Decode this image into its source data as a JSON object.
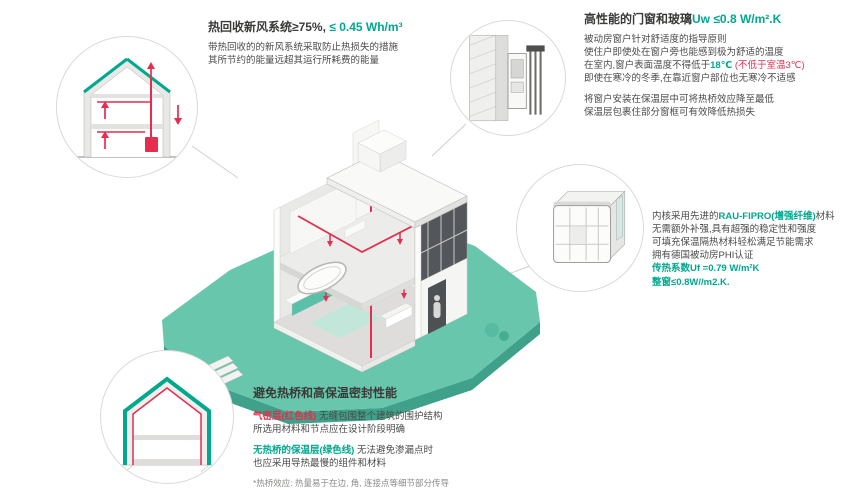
{
  "colors": {
    "accent_green": "#00A88E",
    "accent_red": "#E52D4E",
    "platform_teal": "#68C6AC",
    "platform_teal_dark": "#3FA189",
    "text_dark": "#3A3A39"
  },
  "callouts": {
    "vent": {
      "title_black": "热回收新风系统≥75%,",
      "title_green": " ≤ 0.45 Wh/m³",
      "line1": "带热回收的的新风系统采取防止热损失的措施",
      "line2": "其所节约的能量远超其运行所耗费的能量"
    },
    "window": {
      "title_black": "高性能的门窗和玻璃",
      "title_green": "Uw ≤0.8 W/m².K",
      "line1": "被动房窗户针对舒适度的指导原则",
      "line2": "使住户即使处在窗户旁也能感到极为舒适的温度",
      "line3_pre": "在室内,窗户表面温度不得低于",
      "line3_green": "18℃",
      "line3_red": " (不低于室温3℃)",
      "line4": "即使在寒冷的冬季,在靠近窗户部位也无寒冷不适感",
      "line5": "将窗户安装在保温层中可将热桥效应降至最低",
      "line6": "保温层包裹住部分窗框可有效降低热损失"
    },
    "profile": {
      "line1_pre": "内核采用先进的",
      "line1_green": "RAU-FIPRO(增强纤维)",
      "line1_post": "材料",
      "line2": "无需额外补强,具有超强的稳定性和强度",
      "line3": "可填充保温隔热材料轻松满足节能需求",
      "line4": "拥有德国被动房PHI认证",
      "line5_green": "传热系数Uf =0.79 W/m²K",
      "line6_green": "整窗≤0.8W//m2.K."
    },
    "thermal": {
      "title": "避免热桥和高保温密封性能",
      "p1_red": "气密层(红色线)",
      "p1_rest": " 无缝包围整个建筑的围护结构",
      "p1_line2": "所选用材料和节点应在设计阶段明确",
      "p2_green": "无热桥的保温层(绿色线)",
      "p2_rest": " 无法避免渗漏点时",
      "p2_line2": "也应采用导热最慢的组件和材料",
      "footnote": "*热桥效应: 热量易于在边, 角, 连接点等细节部分传导"
    }
  },
  "illustrations": {
    "house": "isometric-passive-house-cutaway",
    "circle_vent": "house-section-heat-recovery-ventilation",
    "circle_window_section": "window-installation-section-detail",
    "circle_profile": "window-frame-profile-cut",
    "circle_thermal": "house-section-insulation-and-airtight-layers"
  }
}
